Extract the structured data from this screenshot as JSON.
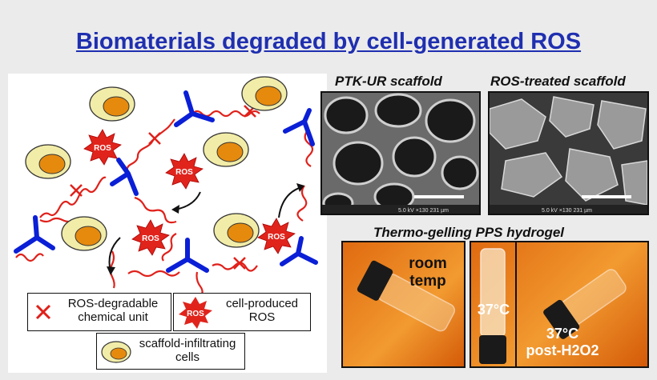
{
  "title": "Biomaterials degraded by cell-generated ROS",
  "diagram": {
    "ros_label": "ROS",
    "legend": {
      "degradable": "ROS-degradable\nchemical unit",
      "ros": "cell-produced\nROS",
      "cells": "scaffold-infiltrating\ncells"
    }
  },
  "images": {
    "ptk_ur_label": "PTK-UR scaffold",
    "ros_treated_label": "ROS-treated scaffold",
    "sem1_footer": "5.0 kV  ×130  231 µm",
    "sem2_footer": "5.0 kV  ×130  231 µm",
    "hydrogel_label": "Thermo-gelling  PPS hydrogel",
    "photo1_text": "room\ntemp",
    "photo2_text": "37°C",
    "photo3_text": "37°C\npost-H2O2"
  },
  "colors": {
    "title": "#1f2fb0",
    "linker": "#0a1fd6",
    "chain": "#e0201a",
    "cell_outer": "#f1eca8",
    "cell_inner": "#e68a0e"
  }
}
